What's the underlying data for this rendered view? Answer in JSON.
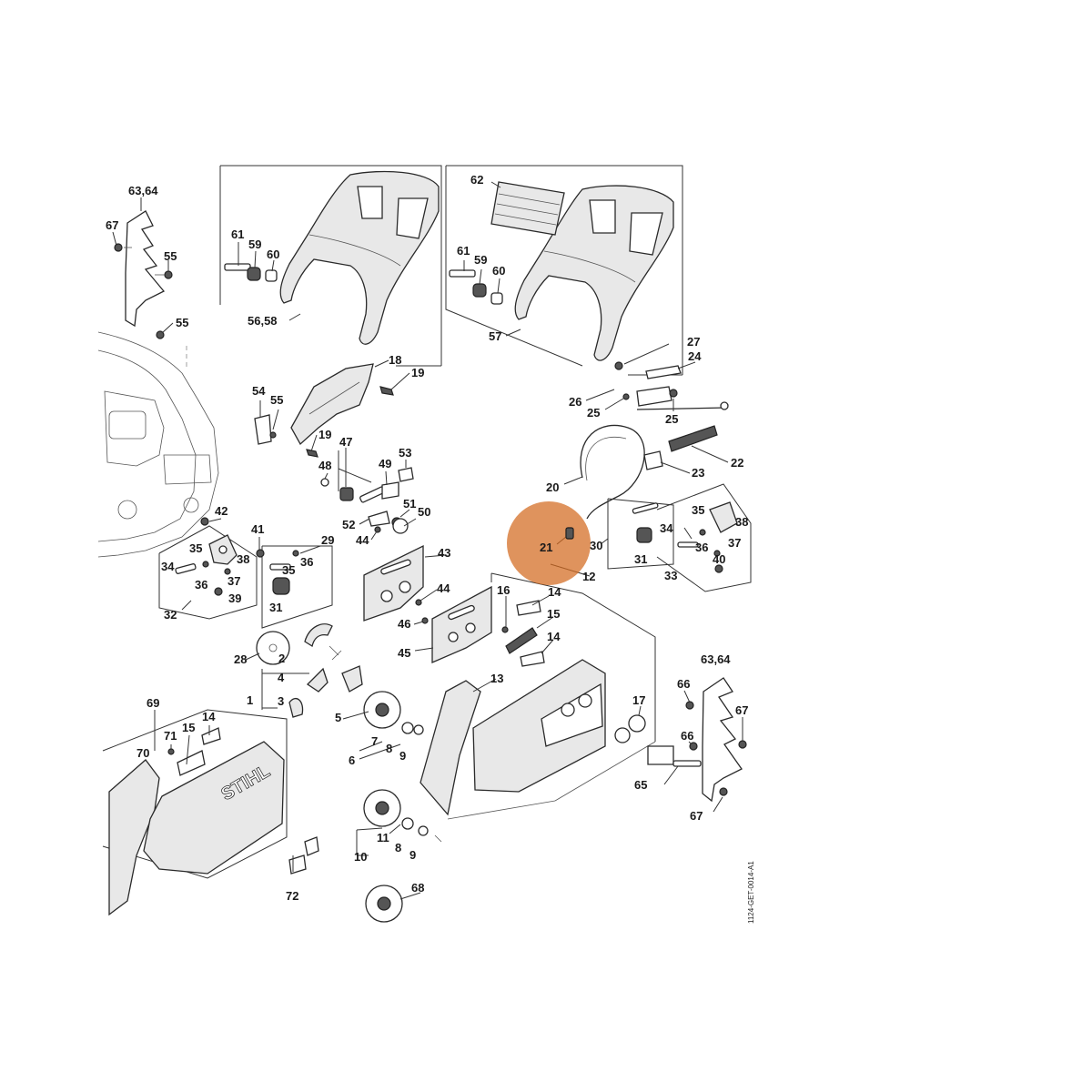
{
  "diagram": {
    "doc_id": "1124-GET-0014-A1",
    "brand_text": "STIHL",
    "highlight": {
      "label": "21",
      "color": "#d2691e"
    },
    "labels": [
      {
        "id": "l-63-64-a",
        "text": "63,64"
      },
      {
        "id": "l-67-a",
        "text": "67"
      },
      {
        "id": "l-55-a",
        "text": "55"
      },
      {
        "id": "l-55-b",
        "text": "55"
      },
      {
        "id": "l-61-a",
        "text": "61"
      },
      {
        "id": "l-59-a",
        "text": "59"
      },
      {
        "id": "l-60-a",
        "text": "60"
      },
      {
        "id": "l-56-58",
        "text": "56,58"
      },
      {
        "id": "l-62",
        "text": "62"
      },
      {
        "id": "l-61-b",
        "text": "61"
      },
      {
        "id": "l-59-b",
        "text": "59"
      },
      {
        "id": "l-60-b",
        "text": "60"
      },
      {
        "id": "l-57",
        "text": "57"
      },
      {
        "id": "l-18",
        "text": "18"
      },
      {
        "id": "l-19-a",
        "text": "19"
      },
      {
        "id": "l-54",
        "text": "54"
      },
      {
        "id": "l-55-c",
        "text": "55"
      },
      {
        "id": "l-19-b",
        "text": "19"
      },
      {
        "id": "l-47",
        "text": "47"
      },
      {
        "id": "l-48",
        "text": "48"
      },
      {
        "id": "l-49",
        "text": "49"
      },
      {
        "id": "l-53",
        "text": "53"
      },
      {
        "id": "l-52",
        "text": "52"
      },
      {
        "id": "l-51",
        "text": "51"
      },
      {
        "id": "l-50",
        "text": "50"
      },
      {
        "id": "l-44-a",
        "text": "44"
      },
      {
        "id": "l-42",
        "text": "42"
      },
      {
        "id": "l-41",
        "text": "41"
      },
      {
        "id": "l-29",
        "text": "29"
      },
      {
        "id": "l-35-a",
        "text": "35"
      },
      {
        "id": "l-36-a",
        "text": "36"
      },
      {
        "id": "l-38-a",
        "text": "38"
      },
      {
        "id": "l-34-a",
        "text": "34"
      },
      {
        "id": "l-36-b",
        "text": "36"
      },
      {
        "id": "l-37-a",
        "text": "37"
      },
      {
        "id": "l-39",
        "text": "39"
      },
      {
        "id": "l-32",
        "text": "32"
      },
      {
        "id": "l-35-b",
        "text": "35"
      },
      {
        "id": "l-31-a",
        "text": "31"
      },
      {
        "id": "l-43",
        "text": "43"
      },
      {
        "id": "l-44-b",
        "text": "44"
      },
      {
        "id": "l-46",
        "text": "46"
      },
      {
        "id": "l-45",
        "text": "45"
      },
      {
        "id": "l-28",
        "text": "28"
      },
      {
        "id": "l-2",
        "text": "2"
      },
      {
        "id": "l-4",
        "text": "4"
      },
      {
        "id": "l-1",
        "text": "1"
      },
      {
        "id": "l-3",
        "text": "3"
      },
      {
        "id": "l-5",
        "text": "5"
      },
      {
        "id": "l-7-a",
        "text": "7"
      },
      {
        "id": "l-8-a",
        "text": "8"
      },
      {
        "id": "l-9-a",
        "text": "9"
      },
      {
        "id": "l-6",
        "text": "6"
      },
      {
        "id": "l-27",
        "text": "27"
      },
      {
        "id": "l-24",
        "text": "24"
      },
      {
        "id": "l-26",
        "text": "26"
      },
      {
        "id": "l-25-a",
        "text": "25"
      },
      {
        "id": "l-25-b",
        "text": "25"
      },
      {
        "id": "l-22",
        "text": "22"
      },
      {
        "id": "l-23",
        "text": "23"
      },
      {
        "id": "l-20",
        "text": "20"
      },
      {
        "id": "l-21",
        "text": "21"
      },
      {
        "id": "l-30",
        "text": "30"
      },
      {
        "id": "l-35-c",
        "text": "35"
      },
      {
        "id": "l-38-b",
        "text": "38"
      },
      {
        "id": "l-34-b",
        "text": "34"
      },
      {
        "id": "l-36-c",
        "text": "36"
      },
      {
        "id": "l-37-b",
        "text": "37"
      },
      {
        "id": "l-40",
        "text": "40"
      },
      {
        "id": "l-31-b",
        "text": "31"
      },
      {
        "id": "l-33",
        "text": "33"
      },
      {
        "id": "l-12",
        "text": "12"
      },
      {
        "id": "l-16",
        "text": "16"
      },
      {
        "id": "l-14-a",
        "text": "14"
      },
      {
        "id": "l-15-a",
        "text": "15"
      },
      {
        "id": "l-14-b",
        "text": "14"
      },
      {
        "id": "l-13",
        "text": "13"
      },
      {
        "id": "l-17",
        "text": "17"
      },
      {
        "id": "l-63-64-b",
        "text": "63,64"
      },
      {
        "id": "l-66-a",
        "text": "66"
      },
      {
        "id": "l-67-b",
        "text": "67"
      },
      {
        "id": "l-66-b",
        "text": "66"
      },
      {
        "id": "l-65",
        "text": "65"
      },
      {
        "id": "l-67-c",
        "text": "67"
      },
      {
        "id": "l-69",
        "text": "69"
      },
      {
        "id": "l-14-c",
        "text": "14"
      },
      {
        "id": "l-71",
        "text": "71"
      },
      {
        "id": "l-15-b",
        "text": "15"
      },
      {
        "id": "l-70",
        "text": "70"
      },
      {
        "id": "l-72",
        "text": "72"
      },
      {
        "id": "l-11",
        "text": "11"
      },
      {
        "id": "l-10",
        "text": "10"
      },
      {
        "id": "l-8-b",
        "text": "8"
      },
      {
        "id": "l-9-b",
        "text": "9"
      },
      {
        "id": "l-68",
        "text": "68"
      }
    ]
  }
}
